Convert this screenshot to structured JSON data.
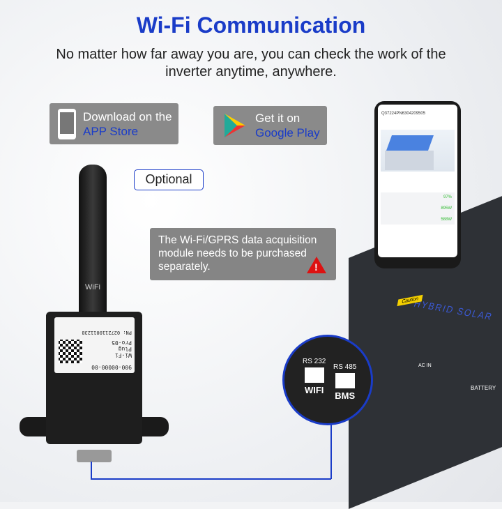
{
  "header": {
    "title": "Wi-Fi Communication",
    "subtitle": "No matter how far away you are, you can check the work of the inverter anytime, anywhere."
  },
  "stores": [
    {
      "line1": "Download on the",
      "line2": "APP Store",
      "icon": "phone-icon"
    },
    {
      "line1": "Get it on",
      "line2": "Google Play",
      "icon": "play-icon"
    }
  ],
  "optional_label": "Optional",
  "note": {
    "text": "The Wi-Fi/GPRS data acquisition module needs to be purchased separately.",
    "icon": "warning-icon"
  },
  "phone": {
    "device_id": "Q37224PN6304209505",
    "values": [
      "97%",
      "895W",
      "588W"
    ]
  },
  "module": {
    "antenna_label": "WiFi",
    "pn": "PN: 0272110011238",
    "name": [
      "Wi-Fi",
      "Plug",
      "Pro-05"
    ],
    "code": "900-00000-00"
  },
  "inverter": {
    "brand": "HYBRID SOLAR",
    "caution": "Caution",
    "ports": [
      {
        "top": "RS 232",
        "bottom": "WIFI"
      },
      {
        "top": "RS 485",
        "bottom": "BMS"
      }
    ],
    "ac_in": "AC IN",
    "battery": "BATTERY"
  },
  "colors": {
    "accent": "#1a3cc8",
    "warning": "#dd1111"
  }
}
